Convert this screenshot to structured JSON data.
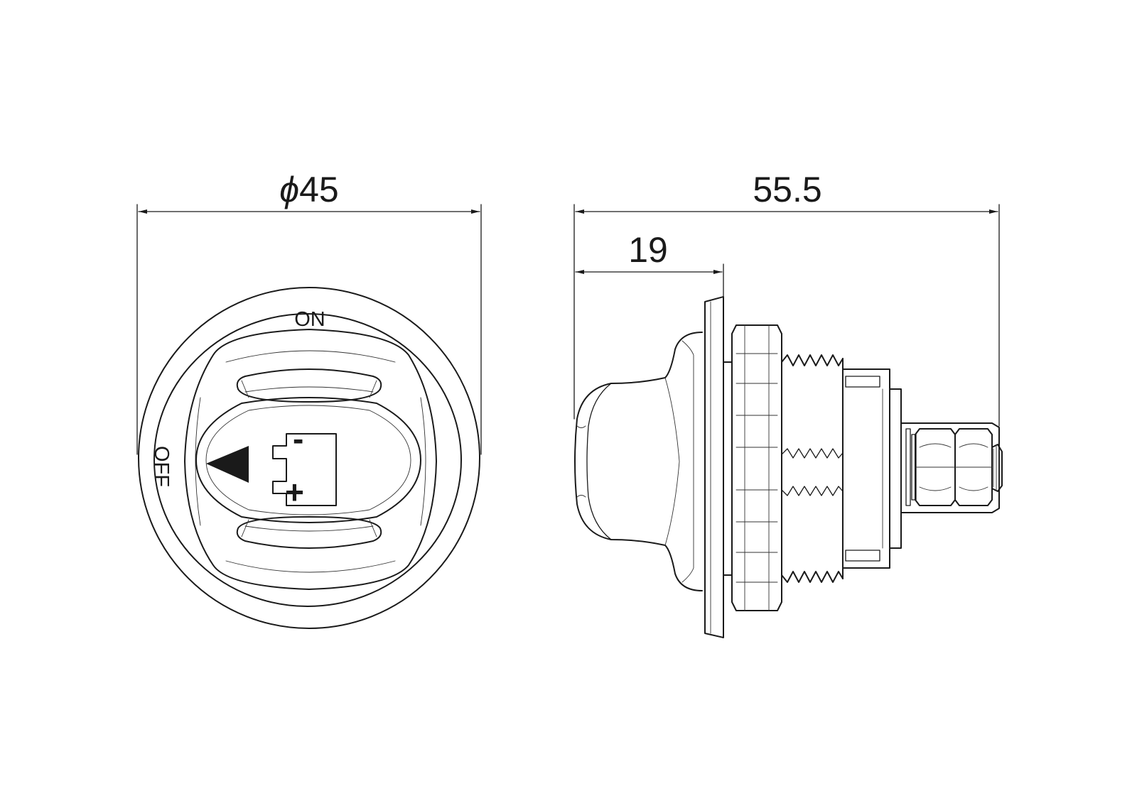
{
  "dimensions": {
    "diameter": {
      "symbol": "ϕ",
      "value": "45"
    },
    "overall_length": "55.5",
    "front_depth": "19"
  },
  "switch_labels": {
    "on": "ON",
    "off": "OFF"
  },
  "battery_symbol": {
    "negative": "-",
    "positive": "+"
  },
  "colors": {
    "line": "#1a1a1a",
    "background": "#ffffff"
  }
}
